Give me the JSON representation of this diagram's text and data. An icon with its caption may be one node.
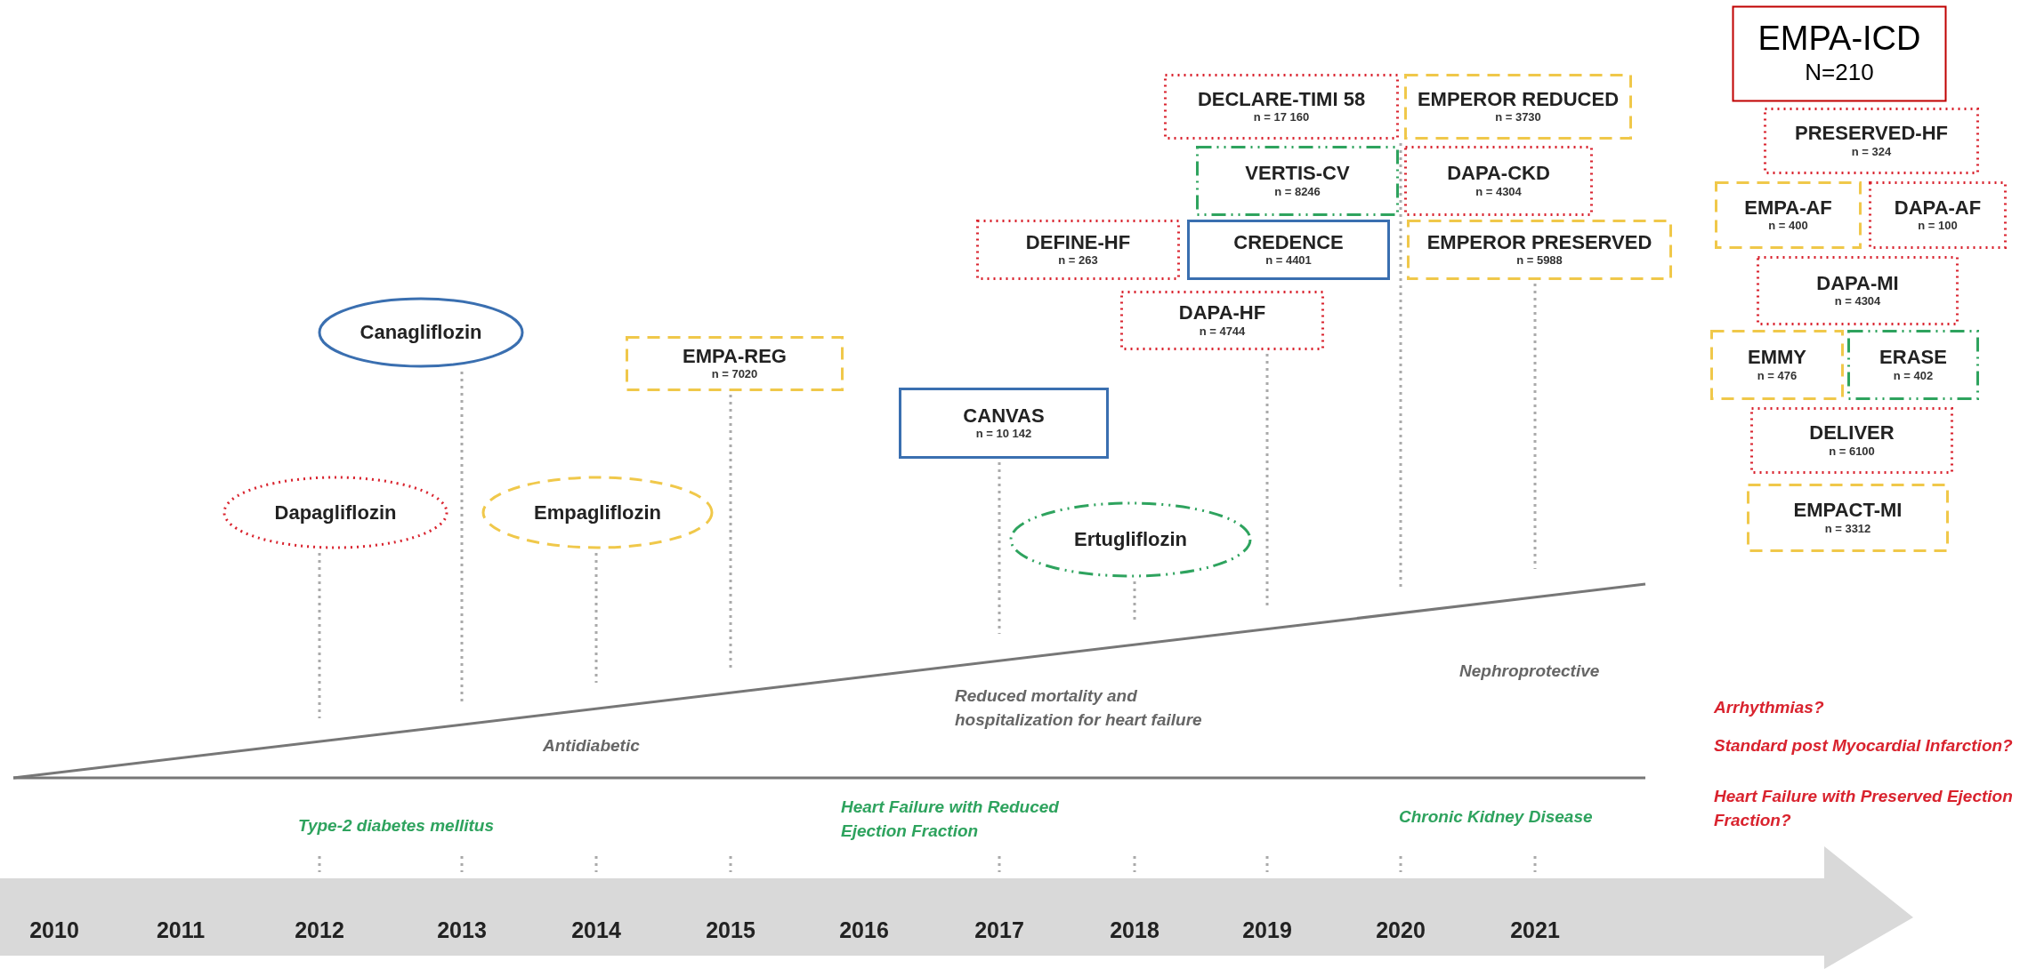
{
  "diagram": {
    "nodes": [
      {
        "text": [
          "Dapagliflozin"
        ]
      },
      {
        "text": [
          "Canagliflozin"
        ]
      },
      {
        "text": [
          "Empagliflozin"
        ]
      },
      {
        "text": [
          "EMPA-REG",
          "n = 7020"
        ]
      },
      {
        "text": [
          "CANVAS",
          "n = 10 142"
        ]
      },
      {
        "text": [
          "Ertugliflozin"
        ]
      },
      {
        "text": [
          "DEFINE-HF",
          "n = 263"
        ]
      },
      {
        "text": [
          "CREDENCE",
          "n = 4401"
        ]
      },
      {
        "text": [
          "DAPA-HF",
          "n = 4744"
        ]
      },
      {
        "text": [
          "DECLARE-TIMI 58",
          "n = 17 160"
        ]
      },
      {
        "text": [
          "VERTIS-CV",
          "n = 8246"
        ]
      },
      {
        "text": [
          "EMPEROR REDUCED",
          "n = 3730"
        ]
      },
      {
        "text": [
          "DAPA-CKD",
          "n = 4304"
        ]
      },
      {
        "text": [
          "EMPEROR PRESERVED",
          "n = 5988"
        ]
      },
      {
        "text": [
          "EMPA-ICD",
          "N=210"
        ]
      },
      {
        "text": [
          "PRESERVED-HF",
          "n = 324"
        ]
      },
      {
        "text": [
          "EMPA-AF",
          "n = 400"
        ]
      },
      {
        "text": [
          "DAPA-AF",
          "n = 100"
        ]
      },
      {
        "text": [
          "DAPA-MI",
          "n = 4304"
        ]
      },
      {
        "text": [
          "EMMY",
          "n = 476"
        ]
      },
      {
        "text": [
          "ERASE",
          "n = 402"
        ]
      },
      {
        "text": [
          "DELIVER",
          "n = 6100"
        ]
      },
      {
        "text": [
          "EMPACT-MI",
          "n = 3312"
        ]
      }
    ],
    "labels": [
      "Nephroprotective",
      "Reduced mortality and hospitalization for heart failure",
      "Antidiabetic",
      "Arrhythmias?",
      "Standard post Myocardial Infarction?",
      "Heart Failure with Preserved Ejection Fraction?",
      "Type-2 diabetes mellitus",
      "Heart Failure with Reduced Ejection Fraction",
      "Chronic Kidney Disease",
      "2010",
      "2011",
      "2012",
      "2013",
      "2014",
      "2015",
      "2016",
      "2017",
      "2018",
      "2019",
      "2020",
      "2021"
    ]
  }
}
